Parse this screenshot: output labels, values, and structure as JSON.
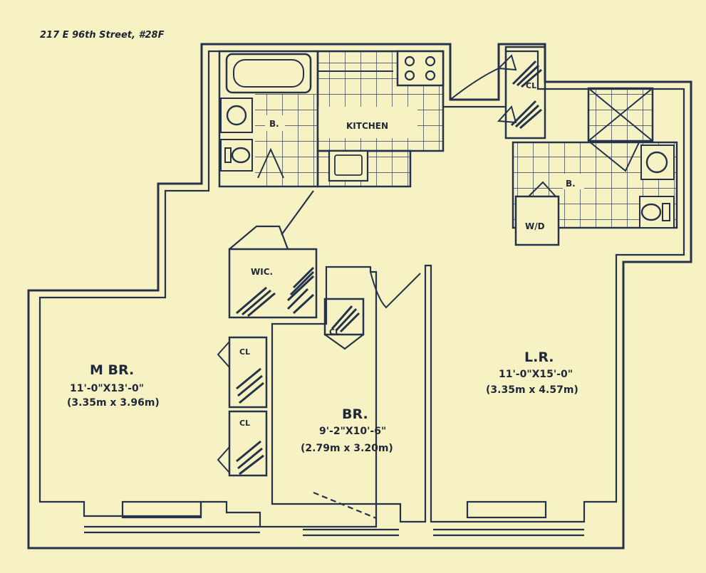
{
  "header": {
    "address": "217 E 96th Street, #28F"
  },
  "rooms": {
    "master_bedroom": {
      "name": "M BR.",
      "dim_imperial": "11'-0\"X13'-0\"",
      "dim_metric": "(3.35m x 3.96m)"
    },
    "bedroom": {
      "name": "BR.",
      "dim_imperial": "9'-2\"X10'-6\"",
      "dim_metric": "(2.79m x 3.20m)"
    },
    "living_room": {
      "name": "L.R.",
      "dim_imperial": "11'-0\"X15'-0\"",
      "dim_metric": "(3.35m x 4.57m)"
    },
    "kitchen": {
      "name": "KITCHEN"
    },
    "bath_left": {
      "name": "B."
    },
    "bath_right": {
      "name": "B."
    },
    "walk_in_closet": {
      "name": "WIC."
    },
    "washer_dryer": {
      "name": "W/D"
    },
    "closet_kitchen": {
      "name": "CL"
    },
    "closet_hall": {
      "name": "CL"
    },
    "closet_mbr_1": {
      "name": "CL"
    },
    "closet_mbr_2": {
      "name": "CL"
    }
  },
  "colors": {
    "background": "#f7f2c4",
    "wall": "#24334b",
    "line": "#2d3b55"
  }
}
